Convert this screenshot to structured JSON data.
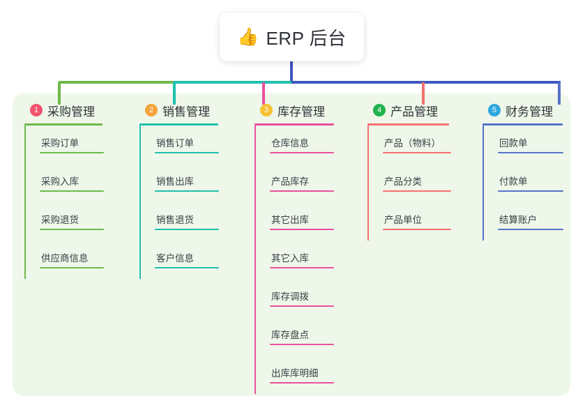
{
  "diagram": {
    "type": "mindmap",
    "root": {
      "icon": "thumbs-up-emoji",
      "emoji": "👍",
      "title": "ERP 后台"
    },
    "colors": {
      "canvas_background": "#ffffff",
      "panel_background": "#eef7e9",
      "root_card_background": "#ffffff",
      "root_title_color": "#2e3238",
      "trunk_line": "#4056c0"
    },
    "branches": [
      {
        "number": "1",
        "title": "采购管理",
        "badge_color": "#f2536d",
        "line_color": "#6eb94a",
        "items": [
          {
            "label": "采购订单"
          },
          {
            "label": "采购入库"
          },
          {
            "label": "采购退货"
          },
          {
            "label": "供应商信息"
          }
        ]
      },
      {
        "number": "2",
        "title": "销售管理",
        "badge_color": "#f5a33c",
        "line_color": "#1fc0ad",
        "items": [
          {
            "label": "销售订单"
          },
          {
            "label": "销售出库"
          },
          {
            "label": "销售退货"
          },
          {
            "label": "客户信息"
          }
        ]
      },
      {
        "number": "3",
        "title": "库存管理",
        "badge_color": "#f5c233",
        "line_color": "#e8519e",
        "items": [
          {
            "label": "仓库信息"
          },
          {
            "label": "产品库存"
          },
          {
            "label": "其它出库"
          },
          {
            "label": "其它入库"
          },
          {
            "label": "库存调拨"
          },
          {
            "label": "库存盘点"
          },
          {
            "label": "出库库明细"
          }
        ]
      },
      {
        "number": "4",
        "title": "产品管理",
        "badge_color": "#20b24b",
        "line_color": "#f4706e",
        "items": [
          {
            "label": "产品（物料）"
          },
          {
            "label": "产品分类"
          },
          {
            "label": "产品单位"
          }
        ]
      },
      {
        "number": "5",
        "title": "财务管理",
        "badge_color": "#2ea7e0",
        "line_color": "#5672c8",
        "items": [
          {
            "label": "回款单"
          },
          {
            "label": "付款单"
          },
          {
            "label": "结算账户"
          }
        ]
      }
    ]
  }
}
